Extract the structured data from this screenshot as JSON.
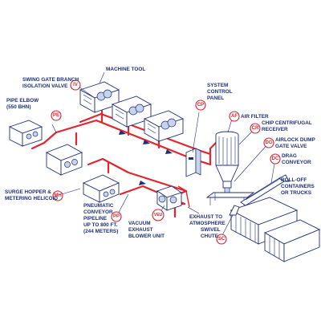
{
  "labels": {
    "swing_gate": "SWING GATE BRANCH",
    "swing_gate_2": "ISOLATION VALVE",
    "machine_tool": "MACHINE TOOL",
    "pipe_elbow": "PIPE ELBOW",
    "pipe_elbow_2": "(550 BHN)",
    "system_control": "SYSTEM",
    "system_control_2": "CONTROL",
    "system_control_3": "PANEL",
    "air_filter": "AIR FILTER",
    "chip_centrifugal": "CHIP CENTRIFUGAL",
    "chip_centrifugal_2": "RECEIVER",
    "airlock": "AIRLOCK DUMP",
    "airlock_2": "GATE VALVE",
    "drag_conveyor": "DRAG",
    "drag_conveyor_2": "CONVEYOR",
    "rolloff": "ROLL-OFF",
    "rolloff_2": "CONTAINERS",
    "rolloff_3": "OR TRUCKS",
    "surge_hopper": "SURGE HOPPER &",
    "surge_hopper_2": "METERING HELICOID",
    "pneumatic": "PNEUMATIC",
    "pneumatic_2": "CONVEYOR",
    "pneumatic_3": "PIPELINE",
    "pneumatic_4": "UP TO 800 FT.",
    "pneumatic_5": "(244 METERS)",
    "vacuum": "VACUUM",
    "vacuum_2": "EXHAUST",
    "vacuum_3": "BLOWER UNIT",
    "exhaust": "EXHAUST TO",
    "exhaust_2": "ATMOSPHERE",
    "swivel": "SWIVEL",
    "swivel_2": "CHUTE"
  },
  "tags": {
    "iv": "IV",
    "pe": "PE",
    "cp": "CP",
    "af": "AF",
    "cr": "CR",
    "dg": "DG",
    "dc": "DC",
    "mh": "MH",
    "pp": "PP",
    "veu": "VEU",
    "sc": "SC"
  },
  "colors": {
    "pipe": "#e0262e",
    "line_art": "#1f2f7a",
    "tag": "#d9232e"
  }
}
